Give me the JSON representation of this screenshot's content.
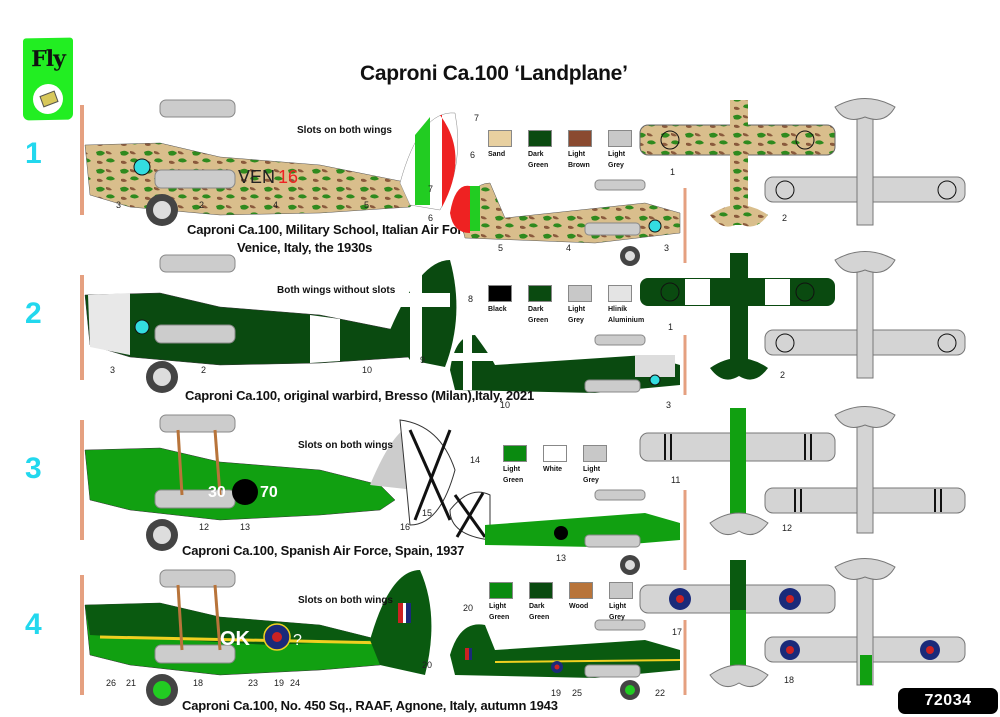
{
  "title": "Caproni Ca.100 ‘Landplane’",
  "brand": {
    "logo_text": "Fly",
    "logo_color": "#22ee22"
  },
  "product_code": "72034",
  "schemes": [
    {
      "number": "1",
      "caption_line1": "Caproni Ca.100, Military School, Italian Air Force,",
      "caption_line2": "Venice, Italy, the 1930s",
      "note": "Slots on both wings",
      "fuselage_code": "VEN",
      "fuselage_number": "16",
      "callouts_side": [
        "3",
        "2",
        "4",
        "5",
        "7",
        "6"
      ],
      "callouts_side2": [
        "7",
        "6",
        "5",
        "4",
        "3"
      ],
      "callouts_top": [
        "1",
        "2"
      ],
      "swatches": [
        {
          "name": "Sand",
          "color": "#e8d0a0"
        },
        {
          "name": "Dark Green",
          "color": "#0a4a10"
        },
        {
          "name": "Light Brown",
          "color": "#8a4a30"
        },
        {
          "name": "Light Grey",
          "color": "#c8c8c8"
        }
      ]
    },
    {
      "number": "2",
      "caption_line1": "Caproni Ca.100, original warbird, Bresso (Milan),Italy, 2021",
      "note": "Both wings without slots",
      "callouts_side": [
        "3",
        "2",
        "10",
        "8"
      ],
      "callouts_side2": [
        "9",
        "10",
        "3"
      ],
      "callouts_top": [
        "1",
        "2"
      ],
      "swatches": [
        {
          "name": "Black",
          "color": "#000000"
        },
        {
          "name": "Dark Green",
          "color": "#0a4a10"
        },
        {
          "name": "Light Grey",
          "color": "#c8c8c8"
        },
        {
          "name": "Hliník Aluminium",
          "color": "#e4e4e4"
        }
      ]
    },
    {
      "number": "3",
      "caption_line1": "Caproni Ca.100, Spanish Air Force, Spain, 1937",
      "note": "Slots on both wings",
      "fuselage_left": "30",
      "fuselage_right": "70",
      "callouts_side": [
        "12",
        "13",
        "16",
        "14"
      ],
      "callouts_side2": [
        "15",
        "13"
      ],
      "callouts_top": [
        "11",
        "12"
      ],
      "swatches": [
        {
          "name": "Light Green",
          "color": "#0a8a10"
        },
        {
          "name": "White",
          "color": "#ffffff"
        },
        {
          "name": "Light Grey",
          "color": "#c8c8c8"
        }
      ]
    },
    {
      "number": "4",
      "caption_line1": "Caproni Ca.100, No. 450 Sq., RAAF, Agnone, Italy, autumn 1943",
      "note": "Slots on both wings",
      "fuselage_code": "OK",
      "fuselage_suffix": "?",
      "callouts_side": [
        "26",
        "21",
        "18",
        "23",
        "19",
        "24",
        "20"
      ],
      "callouts_side2": [
        "20",
        "19",
        "25",
        "22"
      ],
      "callouts_top": [
        "17",
        "18"
      ],
      "swatches": [
        {
          "name": "Light Green",
          "color": "#0a8a10"
        },
        {
          "name": "Dark Green",
          "color": "#0a4a10"
        },
        {
          "name": "Wood",
          "color": "#b8743a"
        },
        {
          "name": "Light Grey",
          "color": "#c8c8c8"
        }
      ]
    }
  ]
}
